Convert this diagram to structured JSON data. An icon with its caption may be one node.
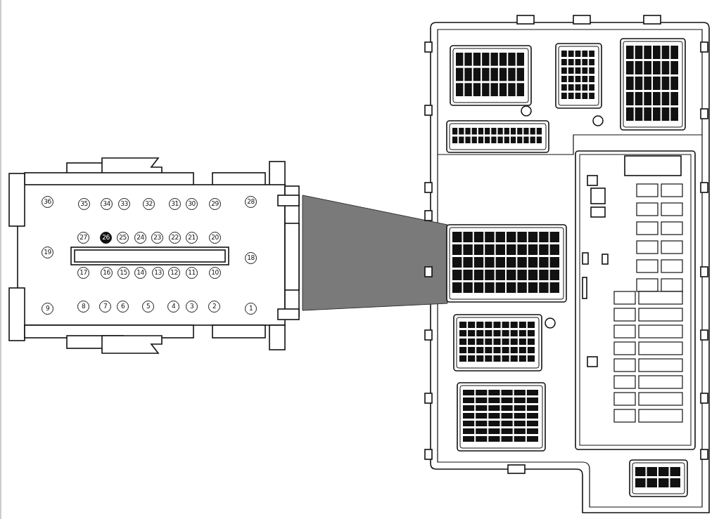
{
  "diagram": {
    "labels": [
      "36",
      "35",
      "34",
      "33",
      "32",
      "31",
      "30",
      "29",
      "28",
      "27",
      "26",
      "25",
      "24",
      "23",
      "22",
      "21",
      "20",
      "19",
      "18",
      "17",
      "16",
      "15",
      "14",
      "13",
      "12",
      "11",
      "10",
      "9",
      "8",
      "7",
      "6",
      "5",
      "4",
      "3",
      "2",
      "1"
    ]
  }
}
